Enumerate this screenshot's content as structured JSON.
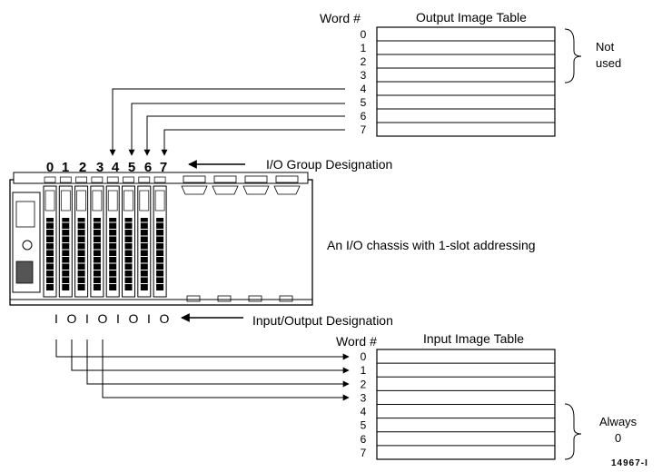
{
  "output_table": {
    "word_header": "Word #",
    "title": "Output Image Table",
    "words": [
      "0",
      "1",
      "2",
      "3",
      "4",
      "5",
      "6",
      "7"
    ],
    "note": [
      "Not",
      "used"
    ]
  },
  "input_table": {
    "word_header": "Word #",
    "title": "Input Image Table",
    "words": [
      "0",
      "1",
      "2",
      "3",
      "4",
      "5",
      "6",
      "7"
    ],
    "note": [
      "Always",
      "0"
    ]
  },
  "group_numbers": [
    "0",
    "1",
    "2",
    "3",
    "4",
    "5",
    "6",
    "7"
  ],
  "group_label": "I/O Group Designation",
  "io_designation": [
    "I",
    "O",
    "I",
    "O",
    "I",
    "O",
    "I",
    "O"
  ],
  "io_label": "Input/Output Designation",
  "chassis_label": "An I/O chassis with 1-slot addressing",
  "figure_id": "14967-I"
}
